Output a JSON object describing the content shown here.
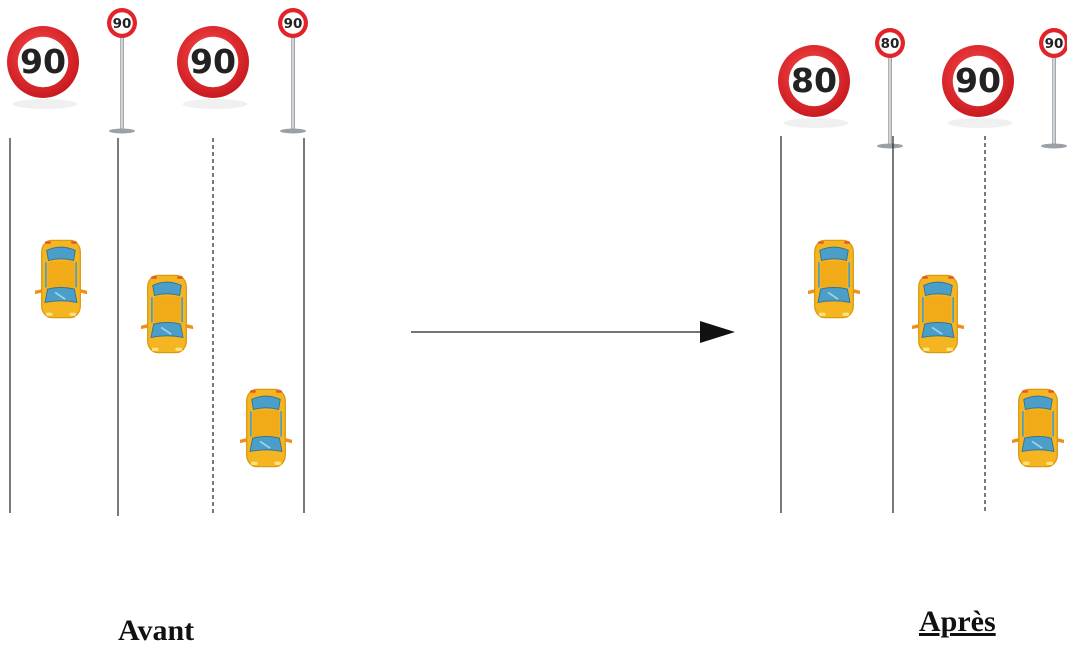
{
  "diagram": {
    "before": {
      "caption": "Avant",
      "lanes": [
        {
          "sign_big": "90",
          "sign_small": "90"
        },
        {
          "sign_big": "90",
          "sign_small": "90"
        }
      ]
    },
    "after": {
      "caption": "Après",
      "lanes": [
        {
          "sign_big": "80",
          "sign_small": "80"
        },
        {
          "sign_big": "90",
          "sign_small": "90"
        }
      ]
    },
    "arrow": {
      "direction": "right"
    }
  },
  "colors": {
    "sign_ring": "#e3232a",
    "sign_face": "#ffffff",
    "sign_text": "#222222",
    "car_body": "#f5b521",
    "car_glass": "#4a9ec8",
    "line": "#222222"
  },
  "icons": [
    "speed-limit-sign-icon",
    "sign-post-icon",
    "car-top-view-icon",
    "arrow-right-icon"
  ]
}
